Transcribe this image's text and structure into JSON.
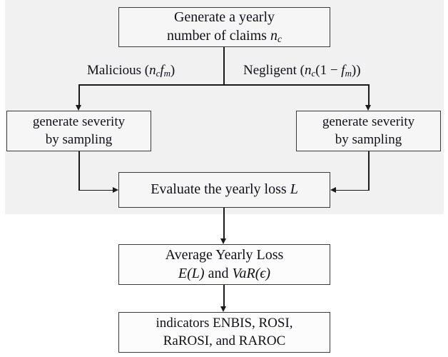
{
  "diagram": {
    "title": "Monte Carlo cyber risk simulation flowchart",
    "background_color": "#ffffff",
    "shaded_region_color": "#f1f1f1",
    "box_border_color": "#3a3a3a",
    "connector_color": "#1a1a1a",
    "nodes": {
      "generate_claims": {
        "line1": "Generate a yearly",
        "line2_pre": "number of claims ",
        "line2_var": "n",
        "line2_sub": "c"
      },
      "severity_left": {
        "line1": "generate severity",
        "line2": "by sampling"
      },
      "severity_right": {
        "line1": "generate severity",
        "line2": "by sampling"
      },
      "evaluate_loss": {
        "line1_pre": "Evaluate the yearly loss ",
        "line1_var": "L"
      },
      "average_loss": {
        "line1": "Average Yearly Loss",
        "line2_e": "E",
        "line2_el": "(L)",
        "line2_and": " and ",
        "line2_var": "VaR",
        "line2_eps": "(ϵ)"
      },
      "indicators": {
        "line1": "indicators ENBIS, ROSI,",
        "line2": "RaROSI, and RAROC"
      }
    },
    "edge_labels": {
      "malicious": {
        "text": "Malicious (",
        "var1": "n",
        "sub1": "c",
        "var2": "f",
        "sub2": "m",
        "close": ")"
      },
      "negligent": {
        "text": "Negligent (",
        "var1": "n",
        "sub1": "c",
        "mid": "(1 − ",
        "var2": "f",
        "sub2": "m",
        "close": "))"
      }
    }
  }
}
